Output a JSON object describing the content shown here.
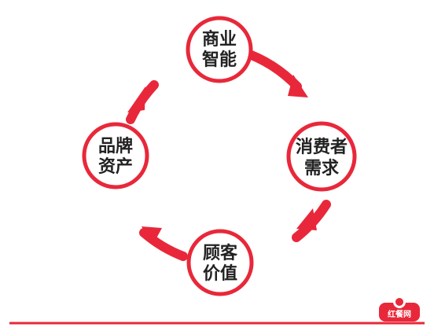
{
  "colors": {
    "accent": "#e8283a",
    "node_fill": "#ffffff",
    "text": "#222222"
  },
  "nodes": [
    {
      "id": "business-intelligence",
      "line1": "商业",
      "line2": "智能"
    },
    {
      "id": "consumer-demand",
      "line1": "消费者",
      "line2": "需求"
    },
    {
      "id": "customer-value",
      "line1": "顾客",
      "line2": "价值"
    },
    {
      "id": "brand-assets",
      "line1": "品牌",
      "line2": "资产"
    }
  ],
  "watermark": {
    "text": "红餐网",
    "icon": "logo-icon"
  }
}
